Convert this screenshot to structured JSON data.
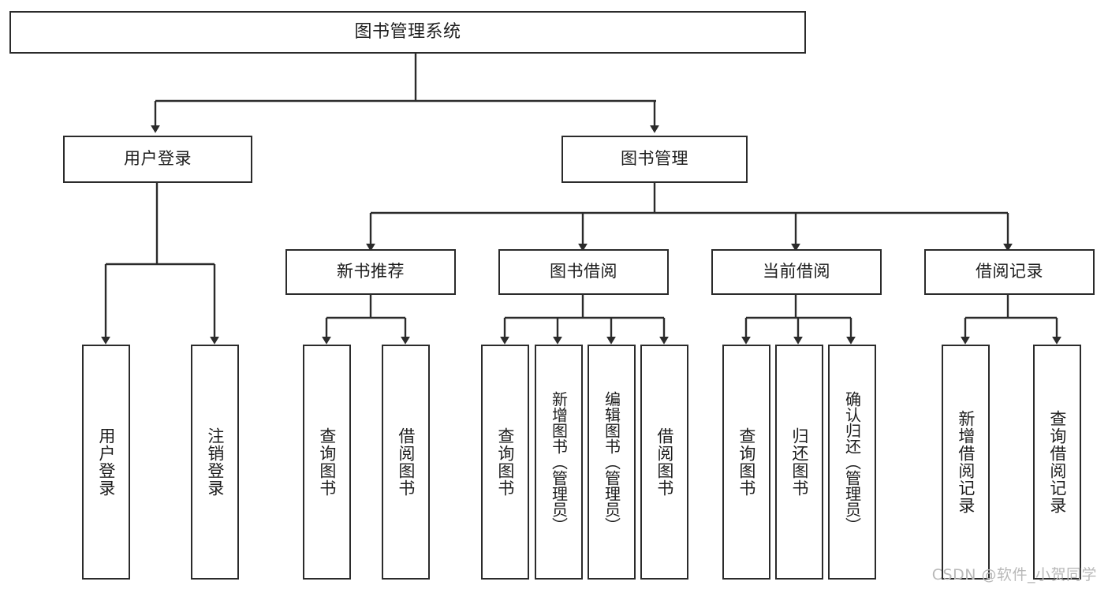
{
  "diagram": {
    "title_node": {
      "label": "图书管理系统"
    },
    "level2": [
      {
        "label": "用户登录"
      },
      {
        "label": "图书管理"
      }
    ],
    "level3": [
      {
        "label": "新书推荐"
      },
      {
        "label": "图书借阅"
      },
      {
        "label": "当前借阅"
      },
      {
        "label": "借阅记录"
      }
    ],
    "leaves": {
      "user_login": [
        {
          "label": "用户登录"
        },
        {
          "label": "注销登录"
        }
      ],
      "new_book": [
        {
          "label": "查询图书"
        },
        {
          "label": "借阅图书"
        }
      ],
      "book_borrow": [
        {
          "label": "查询图书"
        },
        {
          "label": "新增图书（管理员）"
        },
        {
          "label": "编辑图书（管理员）"
        },
        {
          "label": "借阅图书"
        }
      ],
      "current_borrow": [
        {
          "label": "查询图书"
        },
        {
          "label": "归还图书"
        },
        {
          "label": "确认归还（管理员）"
        }
      ],
      "borrow_record": [
        {
          "label": "新增借阅记录"
        },
        {
          "label": "查询借阅记录"
        }
      ]
    }
  },
  "watermark": {
    "text": "CSDN @软件_小贺同学"
  },
  "colors": {
    "stroke": "#2b2b2b",
    "box_fill": "#ffffff",
    "text": "#1d1d1d",
    "watermark": "#b9b9b9",
    "page_bg": "#ffffff"
  }
}
